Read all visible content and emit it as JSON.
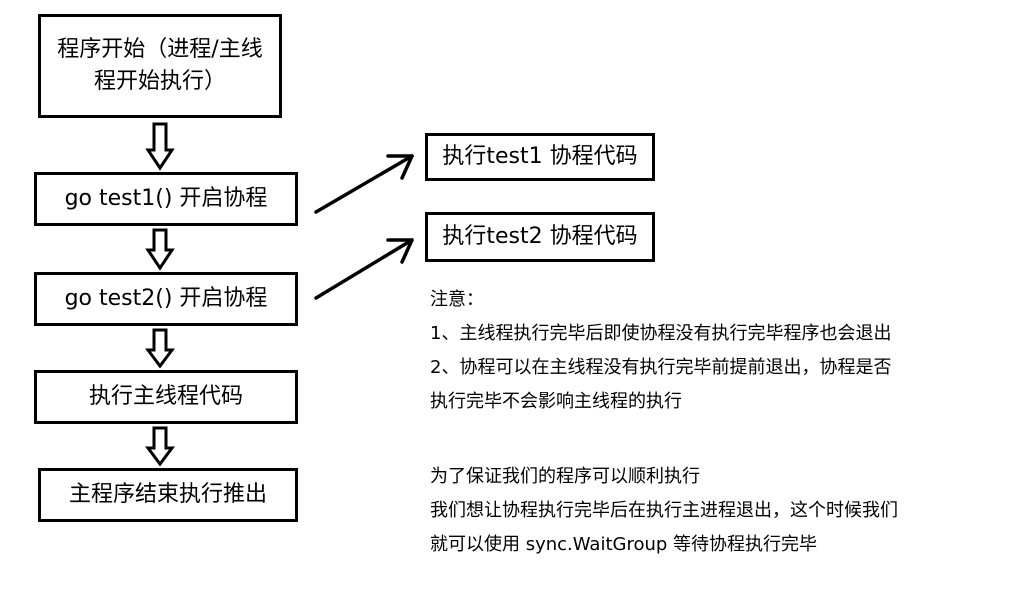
{
  "flow": {
    "start": "程序开始（进程/主线程开始执行）",
    "go_test1": "go test1() 开启协程",
    "go_test2": "go test2() 开启协程",
    "main_code": "执行主线程代码",
    "end": "主程序结束执行推出"
  },
  "goroutines": {
    "test1": "执行test1 协程代码",
    "test2": "执行test2 协程代码"
  },
  "notes": {
    "lines": [
      "注意：",
      "1、主线程执行完毕后即使协程没有执行完毕程序也会退出",
      "2、协程可以在主线程没有执行完毕前提前退出，协程是否",
      "执行完毕不会影响主线程的执行"
    ],
    "sync_lines": [
      "为了保证我们的程序可以顺利执行",
      "我们想让协程执行完毕后在执行主进程退出，这个时候我们",
      "就可以使用 sync.WaitGroup 等待协程执行完毕"
    ]
  }
}
